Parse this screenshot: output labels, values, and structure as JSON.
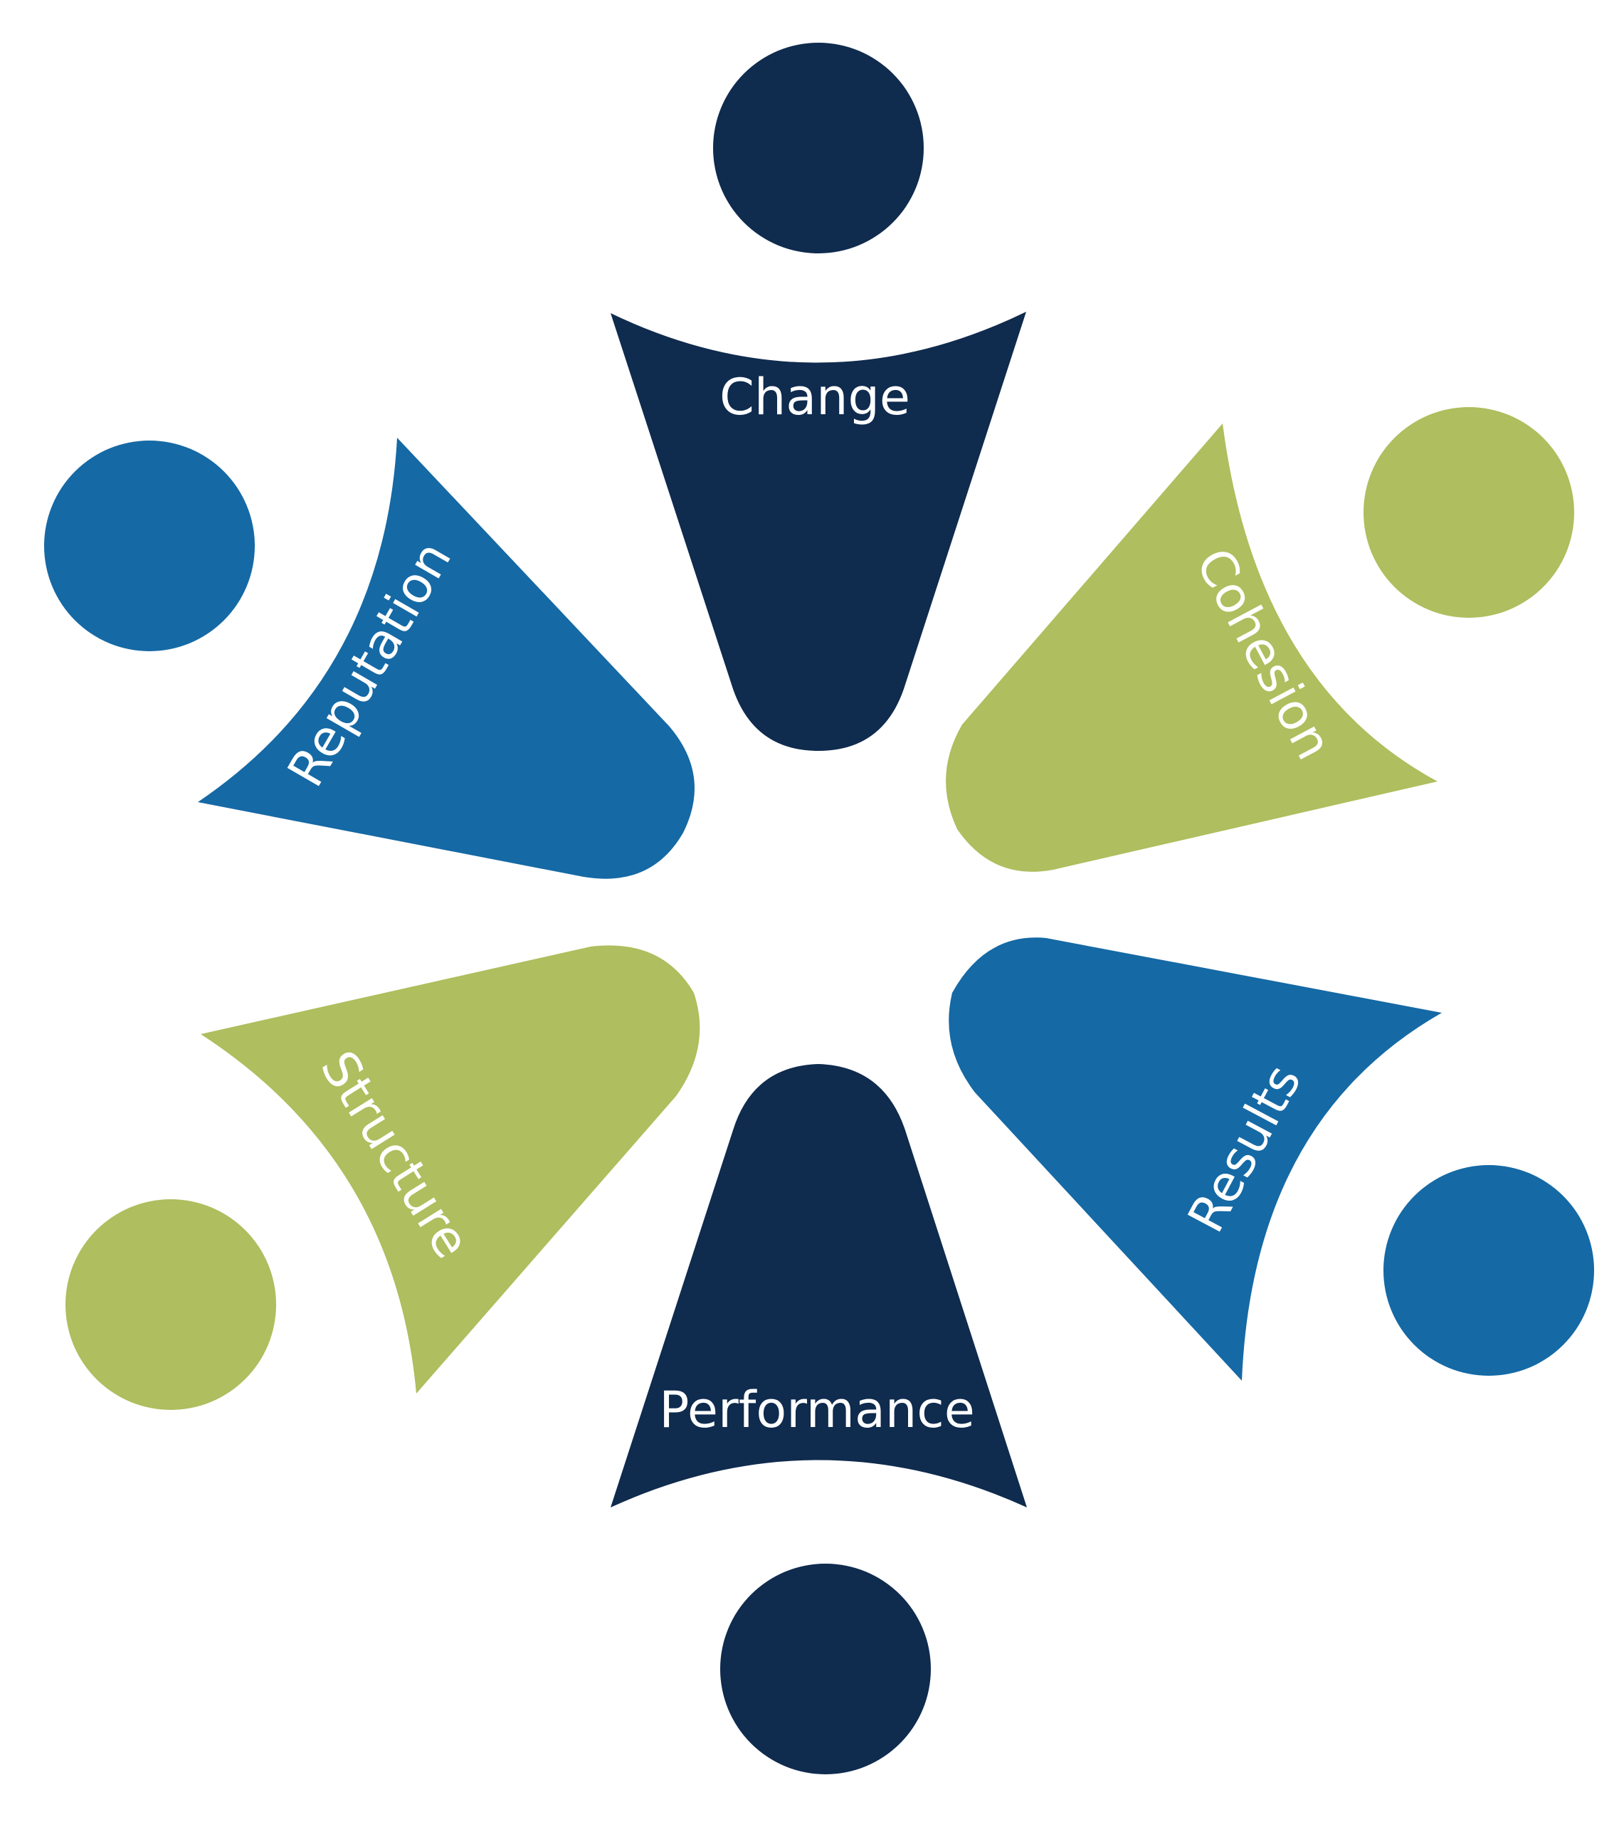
{
  "colors": {
    "navy": "#0f2b4e",
    "blue": "#1569a5",
    "green": "#afbe5e"
  },
  "figures": [
    {
      "id": "change",
      "label": "Change",
      "color": "navy"
    },
    {
      "id": "cohesion",
      "label": "Cohesion",
      "color": "green"
    },
    {
      "id": "results",
      "label": "Results",
      "color": "blue"
    },
    {
      "id": "performance",
      "label": "Performance",
      "color": "navy"
    },
    {
      "id": "structure",
      "label": "Structure",
      "color": "green"
    },
    {
      "id": "reputation",
      "label": "Reputation",
      "color": "blue"
    }
  ]
}
